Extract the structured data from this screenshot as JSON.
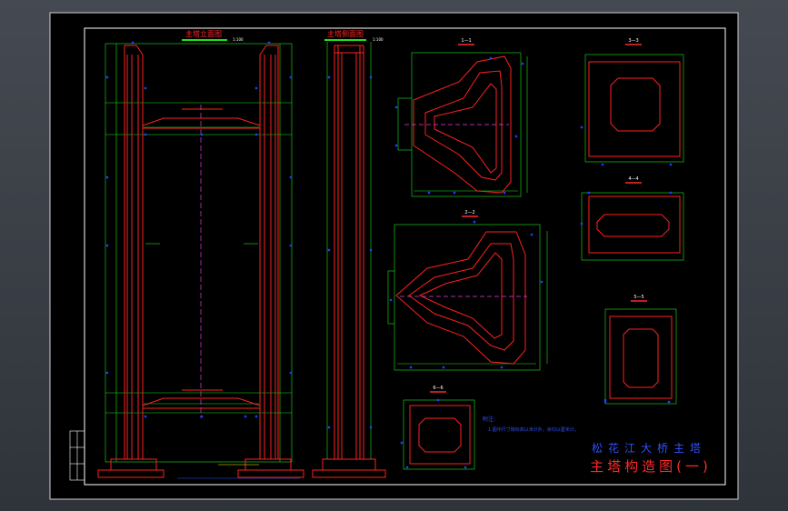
{
  "colors": {
    "background": "#000000",
    "frame": "#ffffff",
    "outline": "#ff2020",
    "dimension": "#19e619",
    "center": "#e040e0",
    "dimtext": "#ffff00",
    "marker": "#2040ff",
    "note": "#3050ff",
    "title_red": "#ff2828"
  },
  "titles": {
    "elevation": "主塔立面图",
    "side": "主塔侧面图",
    "scale_elev": "1:100",
    "scale_side": "1:100"
  },
  "sections": {
    "s1": "1—1",
    "s2": "2—2",
    "s3": "3—3",
    "s4": "4—4",
    "s5": "5—5",
    "s6": "6—6"
  },
  "notes": {
    "heading": "附注:",
    "line1": "1.图中尺寸除标高以米计外，余均以厘米计。"
  },
  "title_block": {
    "project": "松花江大桥主塔",
    "drawing": "主塔构造图(一)"
  }
}
